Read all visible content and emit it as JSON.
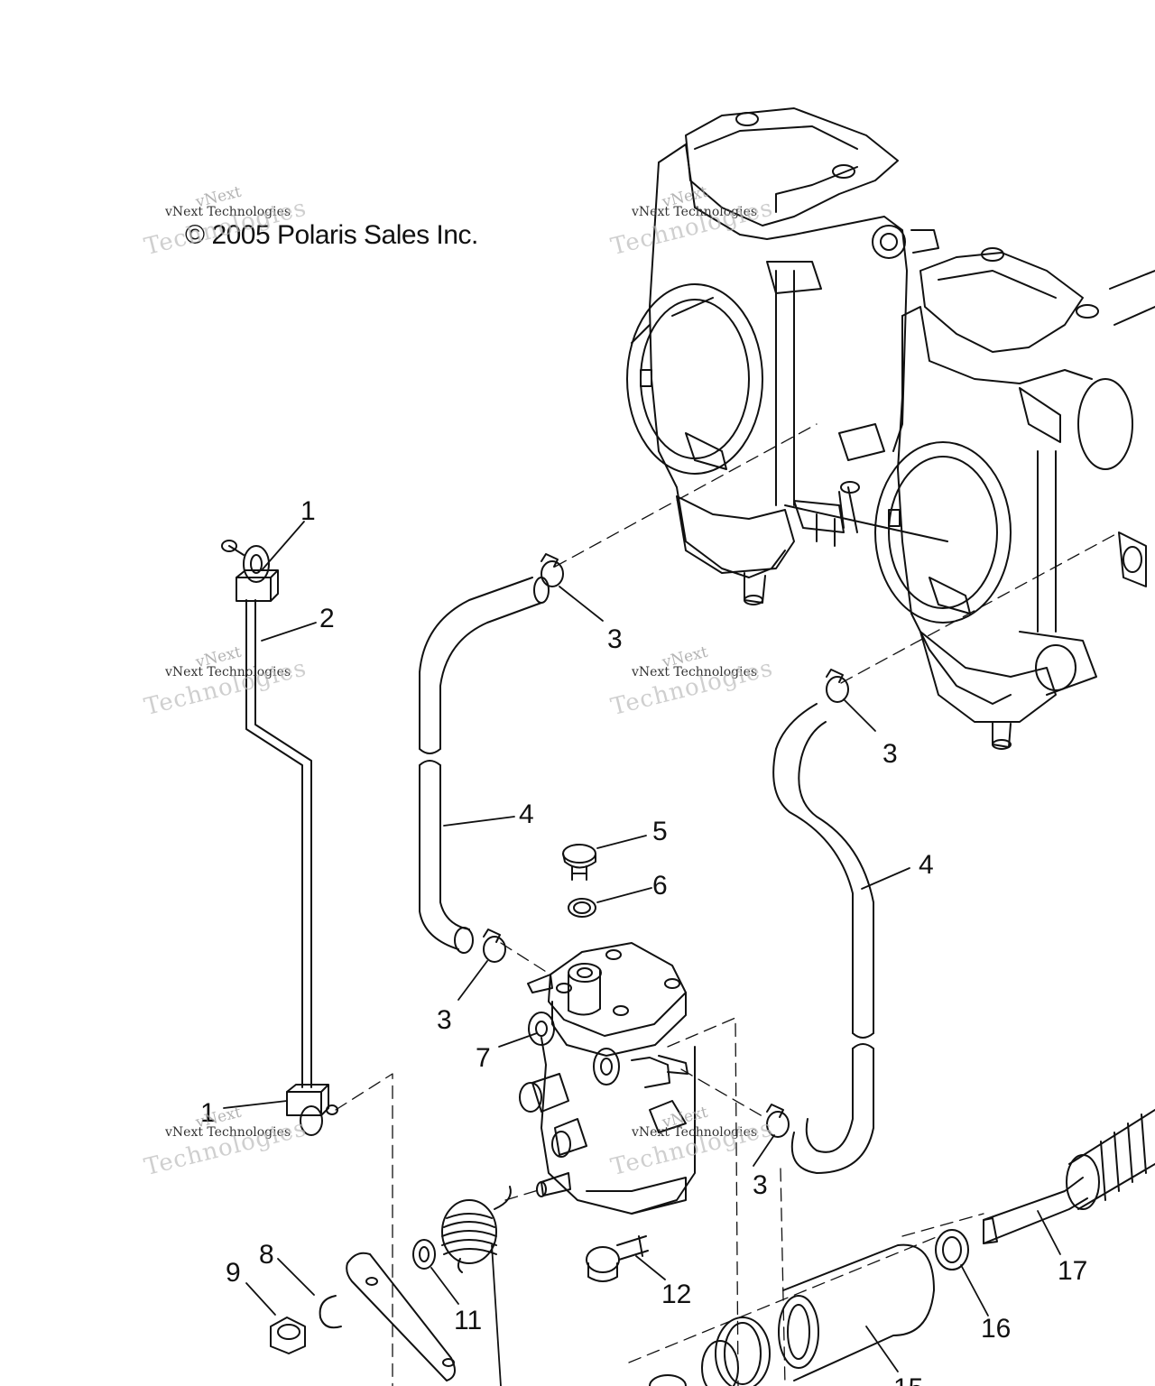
{
  "copyright": "© 2005 Polaris Sales Inc.",
  "watermark": {
    "line1": "vNext",
    "line2": "vNext Technologies",
    "line3": "Technologies"
  },
  "callouts": [
    {
      "id": "c1a",
      "label": "1"
    },
    {
      "id": "c2",
      "label": "2"
    },
    {
      "id": "c1b",
      "label": "1"
    },
    {
      "id": "c3a",
      "label": "3"
    },
    {
      "id": "c3b",
      "label": "3"
    },
    {
      "id": "c3c",
      "label": "3"
    },
    {
      "id": "c3d",
      "label": "3"
    },
    {
      "id": "c4a",
      "label": "4"
    },
    {
      "id": "c4b",
      "label": "4"
    },
    {
      "id": "c5",
      "label": "5"
    },
    {
      "id": "c6",
      "label": "6"
    },
    {
      "id": "c7",
      "label": "7"
    },
    {
      "id": "c8",
      "label": "8"
    },
    {
      "id": "c9",
      "label": "9"
    },
    {
      "id": "c11",
      "label": "11"
    },
    {
      "id": "c12",
      "label": "12"
    },
    {
      "id": "c15",
      "label": "15"
    },
    {
      "id": "c16",
      "label": "16"
    },
    {
      "id": "c17",
      "label": "17"
    }
  ]
}
